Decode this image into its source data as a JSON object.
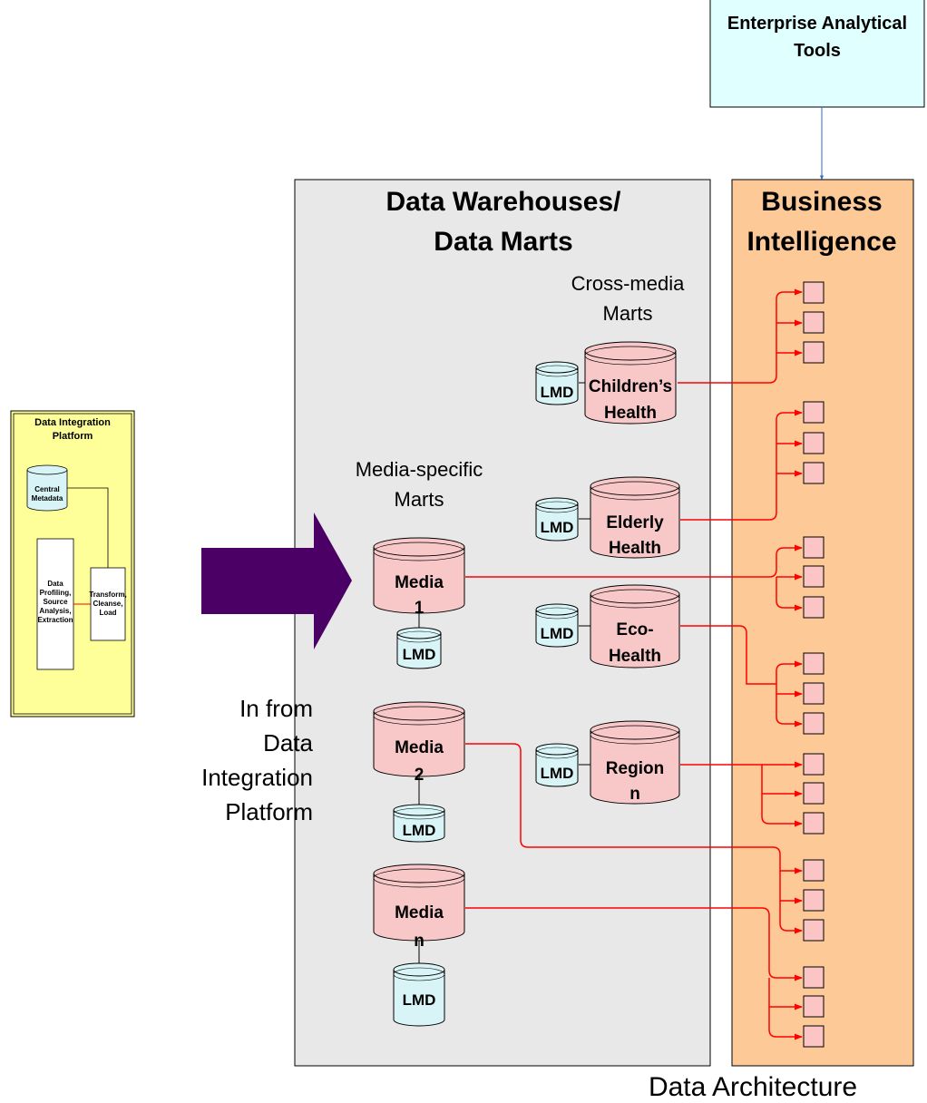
{
  "enterprise_tools": {
    "line1": "Enterprise Analytical",
    "line2": "Tools"
  },
  "data_warehouse": {
    "title_line1": "Data Warehouses/",
    "title_line2": "Data Marts"
  },
  "business_intelligence": {
    "title_line1": "Business",
    "title_line2": "Intelligence"
  },
  "cross_media_label": {
    "line1": "Cross-media",
    "line2": "Marts"
  },
  "media_specific_label": {
    "line1": "Media-specific",
    "line2": "Marts"
  },
  "data_integration_platform": {
    "title_line1": "Data Integration",
    "title_line2": "Platform",
    "central_metadata": {
      "line1": "Central",
      "line2": "Metadata"
    },
    "profiling_box": {
      "line1": "Data",
      "line2": "Profiling,",
      "line3": "Source",
      "line4": "Analysis,",
      "line5": "Extraction"
    },
    "transform_box": {
      "line1": "Transform,",
      "line2": "Cleanse,",
      "line3": "Load"
    }
  },
  "inflow_label": {
    "line1": "In from",
    "line2": "Data",
    "line3": "Integration",
    "line4": "Platform"
  },
  "cross_media_marts": [
    {
      "line1": "Children’s",
      "line2": "Health"
    },
    {
      "line1": "Elderly",
      "line2": "Health"
    },
    {
      "line1": "Eco-",
      "line2": "Health"
    },
    {
      "line1": "Region",
      "line2": "n"
    }
  ],
  "media_marts": [
    {
      "line1": "Media",
      "line2": "1"
    },
    {
      "line1": "Media",
      "line2": "2"
    },
    {
      "line1": "Media",
      "line2": "n"
    }
  ],
  "lmd_label": "LMD",
  "footer_caption": "Data Architecture",
  "colors": {
    "warehouse_bg": "#e8e8e8",
    "bi_bg": "#fcc997",
    "tools_bg": "#e0ffff",
    "platform_bg": "#ffff99",
    "mart_fill": "#f8c8c8",
    "lmd_fill": "#d8f4f6",
    "connector": "#ff0000",
    "arrow": "#4b0066",
    "tools_link": "#3366cc"
  }
}
